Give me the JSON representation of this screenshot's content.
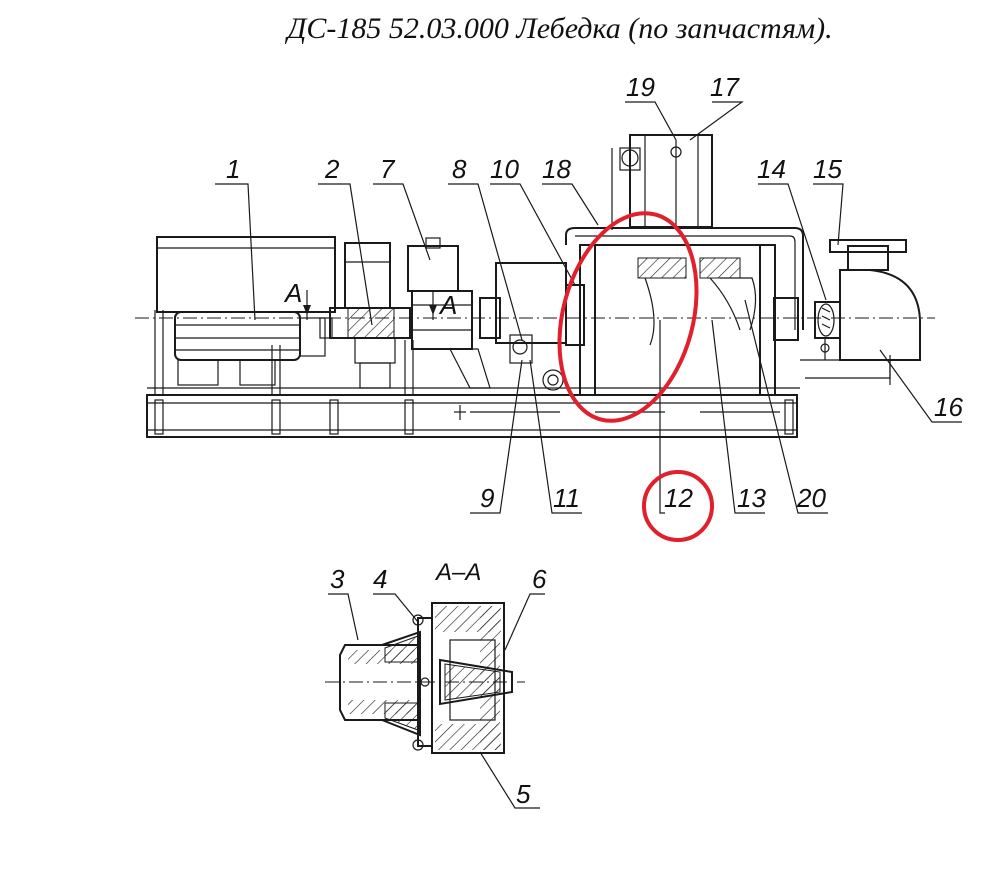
{
  "title": "ДС-185 52.03.000  Лебедка (по запчастям).",
  "section": {
    "label": "А–А",
    "cut_left": "А",
    "cut_right": "А"
  },
  "labels": {
    "l1": "1",
    "l2": "2",
    "l3": "3",
    "l4": "4",
    "l5": "5",
    "l6": "6",
    "l7": "7",
    "l8": "8",
    "l9": "9",
    "l10": "10",
    "l11": "11",
    "l12": "12",
    "l13": "13",
    "l14": "14",
    "l15": "15",
    "l16": "16",
    "l17": "17",
    "l18": "18",
    "l19": "19",
    "l20": "20"
  },
  "highlight": {
    "color": "#e0202c",
    "part": "12"
  }
}
